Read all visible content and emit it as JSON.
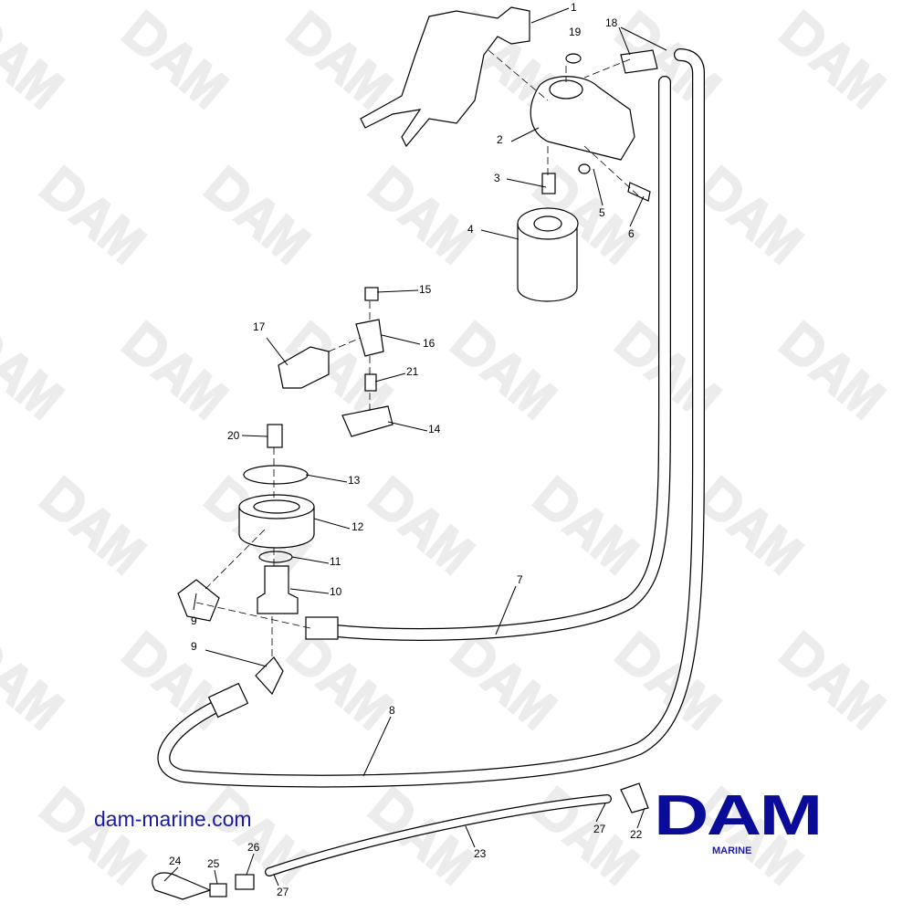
{
  "watermark": "DAM",
  "website": "dam-marine.com",
  "logo": {
    "main": "DAM",
    "sub": "MARINE"
  },
  "colors": {
    "brand": "#0b0b9a",
    "watermark": "#ececec"
  },
  "callouts": [
    "1",
    "2",
    "3",
    "4",
    "5",
    "6",
    "7",
    "8",
    "9",
    "9",
    "10",
    "11",
    "12",
    "13",
    "14",
    "15",
    "16",
    "17",
    "18",
    "19",
    "20",
    "21",
    "22",
    "23",
    "24",
    "25",
    "26",
    "27",
    "27"
  ]
}
